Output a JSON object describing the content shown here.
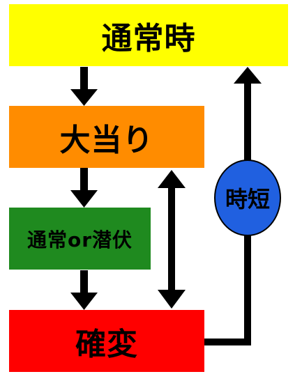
{
  "nodes": {
    "normal": {
      "label": "通常時",
      "color": "#ffff00"
    },
    "jackpot": {
      "label": "大当り",
      "color": "#ff8c00"
    },
    "normal_or_latent": {
      "label": "通常or潜伏",
      "color": "#1f8a1f"
    },
    "probability_up": {
      "label": "確変",
      "color": "#ff0000"
    },
    "time_short": {
      "label": "時短",
      "color": "#2060e0"
    }
  },
  "edges": [
    {
      "from": "normal",
      "to": "jackpot"
    },
    {
      "from": "jackpot",
      "to": "normal_or_latent"
    },
    {
      "from": "normal_or_latent",
      "to": "probability_up"
    },
    {
      "from": "jackpot",
      "to": "probability_up",
      "bidirectional": true
    },
    {
      "from": "probability_up",
      "to": "normal",
      "via": "time_short"
    }
  ]
}
